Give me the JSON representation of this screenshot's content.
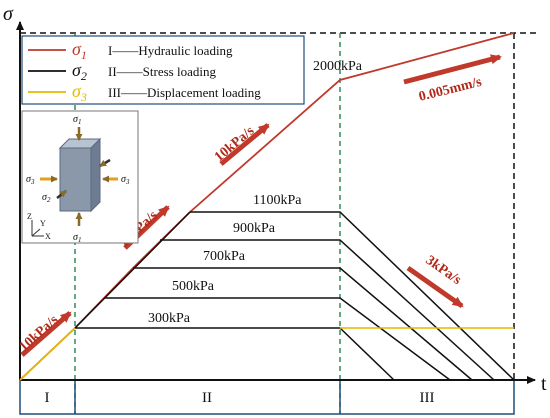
{
  "axes": {
    "y_symbol": "σ",
    "x_symbol": "t"
  },
  "legend": {
    "items": [
      {
        "symbol": "σ",
        "subscript": "1",
        "color": "#c0392b",
        "description": "I——Hydraulic loading"
      },
      {
        "symbol": "σ",
        "subscript": "2",
        "color": "#111111",
        "description": "II——Stress loading"
      },
      {
        "symbol": "σ",
        "subscript": "3",
        "color": "#e6b800",
        "description": "III——Displacement loading"
      }
    ]
  },
  "stages": [
    "I",
    "II",
    "III"
  ],
  "pressure_levels": [
    "300kPa",
    "500kPa",
    "700kPa",
    "900kPa",
    "1100kPa"
  ],
  "peak_label": "2000kPa",
  "rates": {
    "stage1": "10kPa/s",
    "ramp_lower": "10kPa/s",
    "ramp_upper": "10kPa/s",
    "unload": "3kPa/s",
    "displacement": "0.005mm/s"
  },
  "specimen_labels": {
    "s1_top": "σ",
    "s1_top_sub": "1",
    "s1_bottom": "σ",
    "s1_bottom_sub": "1",
    "s2": "σ",
    "s2_sub": "2",
    "s3_left": "σ",
    "s3_left_sub": "3",
    "s3_right": "σ",
    "s3_right_sub": "3",
    "axis_z": "Z",
    "axis_y": "Y",
    "axis_x": "X"
  },
  "colors": {
    "sigma1": "#c0392b",
    "sigma2": "#111111",
    "sigma3": "#e6b800",
    "divider": "#2e8b57",
    "arrow": "#c0392b",
    "specimen": "#8a98aa"
  }
}
